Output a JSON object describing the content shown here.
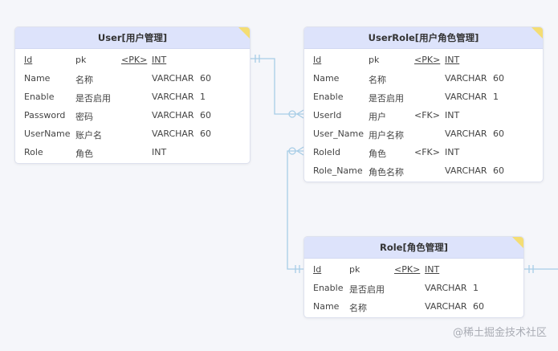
{
  "colors": {
    "background": "#f5f6fa",
    "header": "#dde3fb",
    "connector": "#a7cde6",
    "corner_fold": "#f4dd73"
  },
  "entities": {
    "user": {
      "title": "User[用户管理]",
      "rows": [
        {
          "name": "Id",
          "comment": "pk",
          "key": "<PK>",
          "type": "INT",
          "len": ""
        },
        {
          "name": "Name",
          "comment": "名称",
          "key": "",
          "type": "VARCHAR",
          "len": "60"
        },
        {
          "name": "Enable",
          "comment": "是否启用",
          "key": "",
          "type": "VARCHAR",
          "len": "1"
        },
        {
          "name": "Password",
          "comment": "密码",
          "key": "",
          "type": "VARCHAR",
          "len": "60"
        },
        {
          "name": "UserName",
          "comment": "账户名",
          "key": "",
          "type": "VARCHAR",
          "len": "60"
        },
        {
          "name": "Role",
          "comment": "角色",
          "key": "",
          "type": "INT",
          "len": ""
        }
      ]
    },
    "userrole": {
      "title": "UserRole[用户角色管理]",
      "rows": [
        {
          "name": "Id",
          "comment": "pk",
          "key": "<PK>",
          "type": "INT",
          "len": ""
        },
        {
          "name": "Name",
          "comment": "名称",
          "key": "",
          "type": "VARCHAR",
          "len": "60"
        },
        {
          "name": "Enable",
          "comment": "是否启用",
          "key": "",
          "type": "VARCHAR",
          "len": "1"
        },
        {
          "name": "UserId",
          "comment": "用户",
          "key": "<FK>",
          "type": "INT",
          "len": ""
        },
        {
          "name": "User_Name",
          "comment": "用户名称",
          "key": "",
          "type": "VARCHAR",
          "len": "60"
        },
        {
          "name": "RoleId",
          "comment": "角色",
          "key": "<FK>",
          "type": "INT",
          "len": ""
        },
        {
          "name": "Role_Name",
          "comment": "角色名称",
          "key": "",
          "type": "VARCHAR",
          "len": "60"
        }
      ]
    },
    "role": {
      "title": "Role[角色管理]",
      "rows": [
        {
          "name": "Id",
          "comment": "pk",
          "key": "<PK>",
          "type": "INT",
          "len": ""
        },
        {
          "name": "Enable",
          "comment": "是否启用",
          "key": "",
          "type": "VARCHAR",
          "len": "1"
        },
        {
          "name": "Name",
          "comment": "名称",
          "key": "",
          "type": "VARCHAR",
          "len": "60"
        }
      ]
    }
  },
  "watermark": "@稀土掘金技术社区"
}
